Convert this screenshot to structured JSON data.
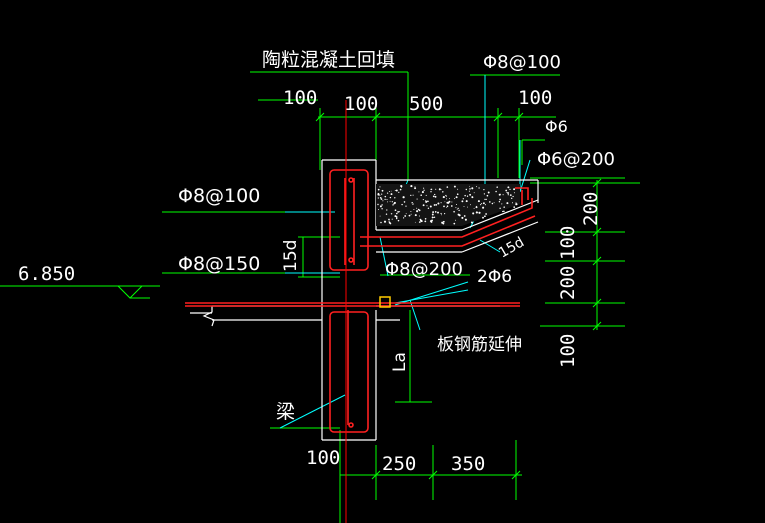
{
  "title_text": "陶粒混凝土回填",
  "top_dims": {
    "d1": "100",
    "d2": "100",
    "d3": "500",
    "d4": "100"
  },
  "bottom_dims": {
    "d1": "100",
    "d2": "250",
    "d3": "350"
  },
  "right_dims": {
    "d1": "200",
    "d2": "100",
    "d3": "200",
    "d4": "100"
  },
  "rebar_labels": {
    "top_slab": "Φ8@100",
    "right_small": "Φ6",
    "right_stirrup": "Φ6@200",
    "wall_left": "Φ8@100",
    "wall_left_lower": "Φ8@150",
    "slab_mid": "Φ8@200",
    "two_bars": "2Φ6"
  },
  "anchor_labels": {
    "left_15d": "15d",
    "right_15d": "15d",
    "la": "La"
  },
  "elevation": "6.850",
  "beam_label": "梁",
  "note_extend": "板钢筋延伸",
  "colors": {
    "background": "#000000",
    "dim_line": "#00ff00",
    "leader": "#00ffff",
    "rebar": "#ff2020",
    "concrete": "#ffffff",
    "marker": "#ffcc00",
    "section_line": "#ff0000"
  }
}
